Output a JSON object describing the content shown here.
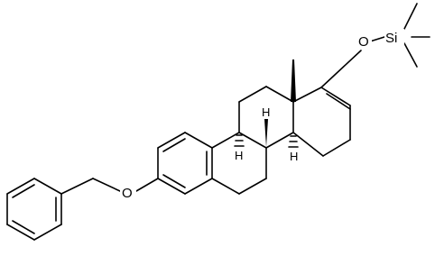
{
  "molecule": {
    "atoms": {
      "ether_oxygen": "O",
      "silyl_oxygen": "O",
      "silicon": "Si",
      "hydrogens": [
        "H",
        "H",
        "H"
      ]
    },
    "colors": {
      "bonds": "#000000",
      "background": "#ffffff"
    }
  }
}
